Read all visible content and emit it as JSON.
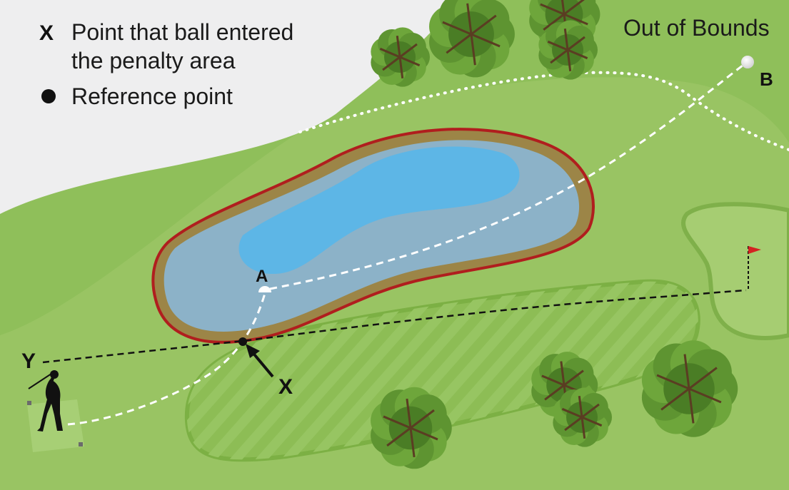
{
  "legend": {
    "x_symbol": "X",
    "x_line1": "Point that ball entered",
    "x_line2": "the penalty area",
    "dot_text": "Reference point"
  },
  "labels": {
    "out_of_bounds": "Out of Bounds",
    "point_a": "A",
    "point_b": "B",
    "point_x": "X",
    "point_y": "Y"
  },
  "colors": {
    "out_of_bounds_area": "#eeeeef",
    "rough": "#8fbf5a",
    "light_rough": "#a9cc72",
    "fairway": "#8dbd55",
    "fairway_stripe": "#97c562",
    "green": "#a6cd72",
    "penalty_line": "#b01e1e",
    "bank": "#9c8547",
    "water": "#8cb2c8",
    "deep_water": "#5db6e6",
    "flag": "#d42222",
    "tree_light": "#6ea63b",
    "tree_dark": "#4a7d25",
    "trunk": "#5a3d22"
  }
}
